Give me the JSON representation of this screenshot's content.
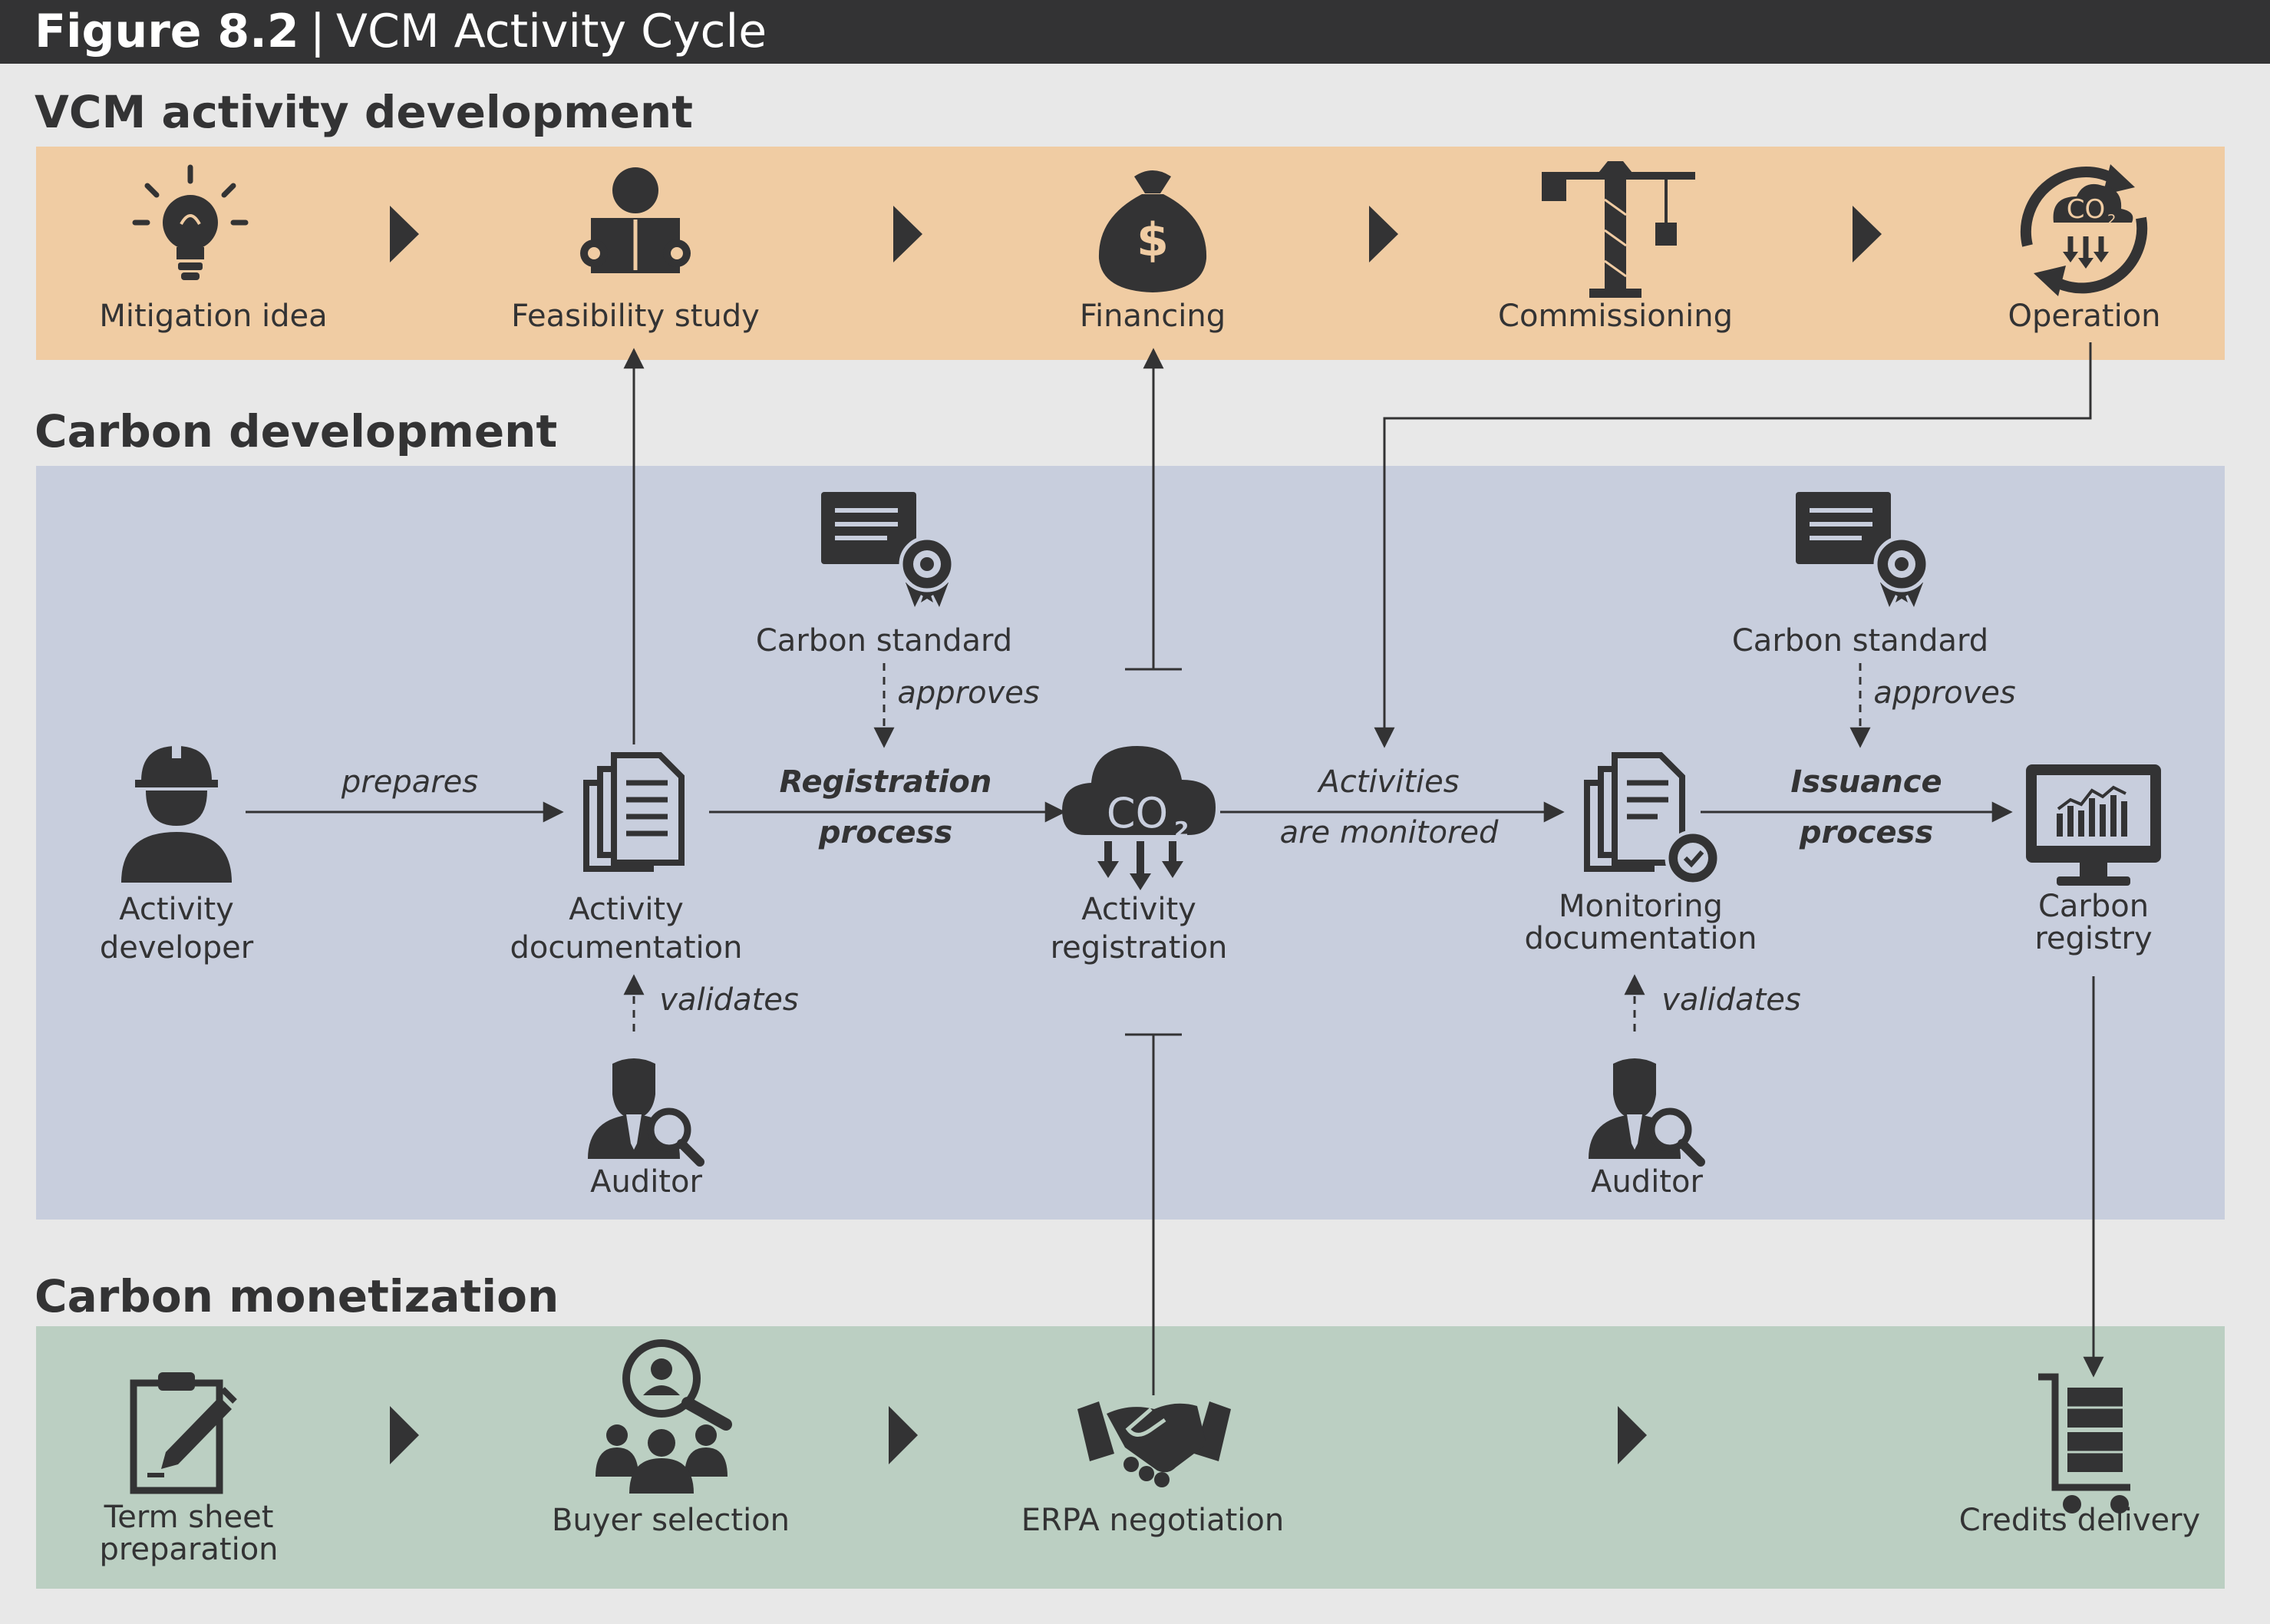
{
  "figure": {
    "number": "Figure 8.2",
    "separator": "|",
    "title": "VCM Activity Cycle"
  },
  "sections": {
    "vcm_activity_development": "VCM activity development",
    "carbon_development": "Carbon development",
    "carbon_monetization": "Carbon monetization"
  },
  "activity_steps": [
    {
      "label": "Mitigation idea",
      "icon": "lightbulb-icon"
    },
    {
      "label": "Feasibility study",
      "icon": "person-reading-icon"
    },
    {
      "label": "Financing",
      "icon": "money-bag-icon"
    },
    {
      "label": "Commissioning",
      "icon": "crane-icon"
    },
    {
      "label": "Operation",
      "icon": "co2-cycle-icon"
    }
  ],
  "carbon_development": {
    "activity_developer": "Activity\ndeveloper",
    "prepares": "prepares",
    "activity_documentation": "Activity\ndocumentation",
    "registration_process_line1": "Registration",
    "registration_process_line2": "process",
    "activity_registration": "Activity\nregistration",
    "activities_monitored_line1": "Activities",
    "activities_monitored_line2": "are monitored",
    "monitoring_documentation": "Monitoring\ndocumentation",
    "issuance_process_line1": "Issuance",
    "issuance_process_line2": "process",
    "carbon_registry": "Carbon\nregistry",
    "carbon_standard_1": "Carbon standard",
    "approves_1": "approves",
    "carbon_standard_2": "Carbon standard",
    "approves_2": "approves",
    "validates_1": "validates",
    "validates_2": "validates",
    "auditor_1": "Auditor",
    "auditor_2": "Auditor",
    "co2_text": "CO",
    "co2_sub": "2"
  },
  "monetization_steps": [
    {
      "label": "Term sheet\npreparation",
      "icon": "clipboard-pen-icon"
    },
    {
      "label": "Buyer selection",
      "icon": "people-search-icon"
    },
    {
      "label": "ERPA negotiation",
      "icon": "handshake-icon"
    },
    {
      "label": "Credits delivery",
      "icon": "cart-boxes-icon"
    }
  ],
  "colors": {
    "dark": "#333334",
    "header_bar": "#333334",
    "background": "#e8e8e8",
    "activity_panel": "#f0cca3",
    "carbon_panel": "#c8cedd",
    "monetization_panel": "#bbcfc2"
  }
}
